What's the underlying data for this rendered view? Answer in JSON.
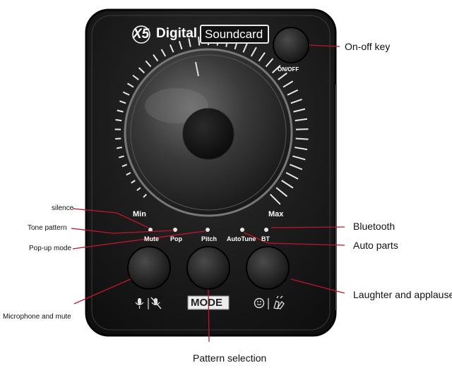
{
  "device": {
    "brand_mark": "X5",
    "title_word": "Digital",
    "badge": "Soundcard",
    "power_label": "ON/OFF",
    "dial_min": "Min",
    "dial_max": "Max",
    "indicators": [
      "Mute",
      "Pop",
      "Pitch",
      "AutoTune",
      "BT"
    ],
    "mode_label": "MODE"
  },
  "callouts": {
    "on_off_key": "On-off key",
    "silence": "silence",
    "tone_pattern": "Tone pattern",
    "popup_mode": "Pop-up mode",
    "microphone_mute": "Microphone and mute",
    "bluetooth": "Bluetooth",
    "auto_parts": "Auto parts",
    "laughter_applause": "Laughter and applause",
    "pattern_selection": "Pattern selection"
  },
  "colors": {
    "body": "#1c1c1c",
    "leader_line": "#c0152f",
    "led": "#e6e6e6"
  },
  "icons": {
    "left_button": [
      "mic-icon",
      "mic-muted-icon"
    ],
    "right_button": [
      "smiley-icon",
      "clapping-hands-icon"
    ]
  }
}
